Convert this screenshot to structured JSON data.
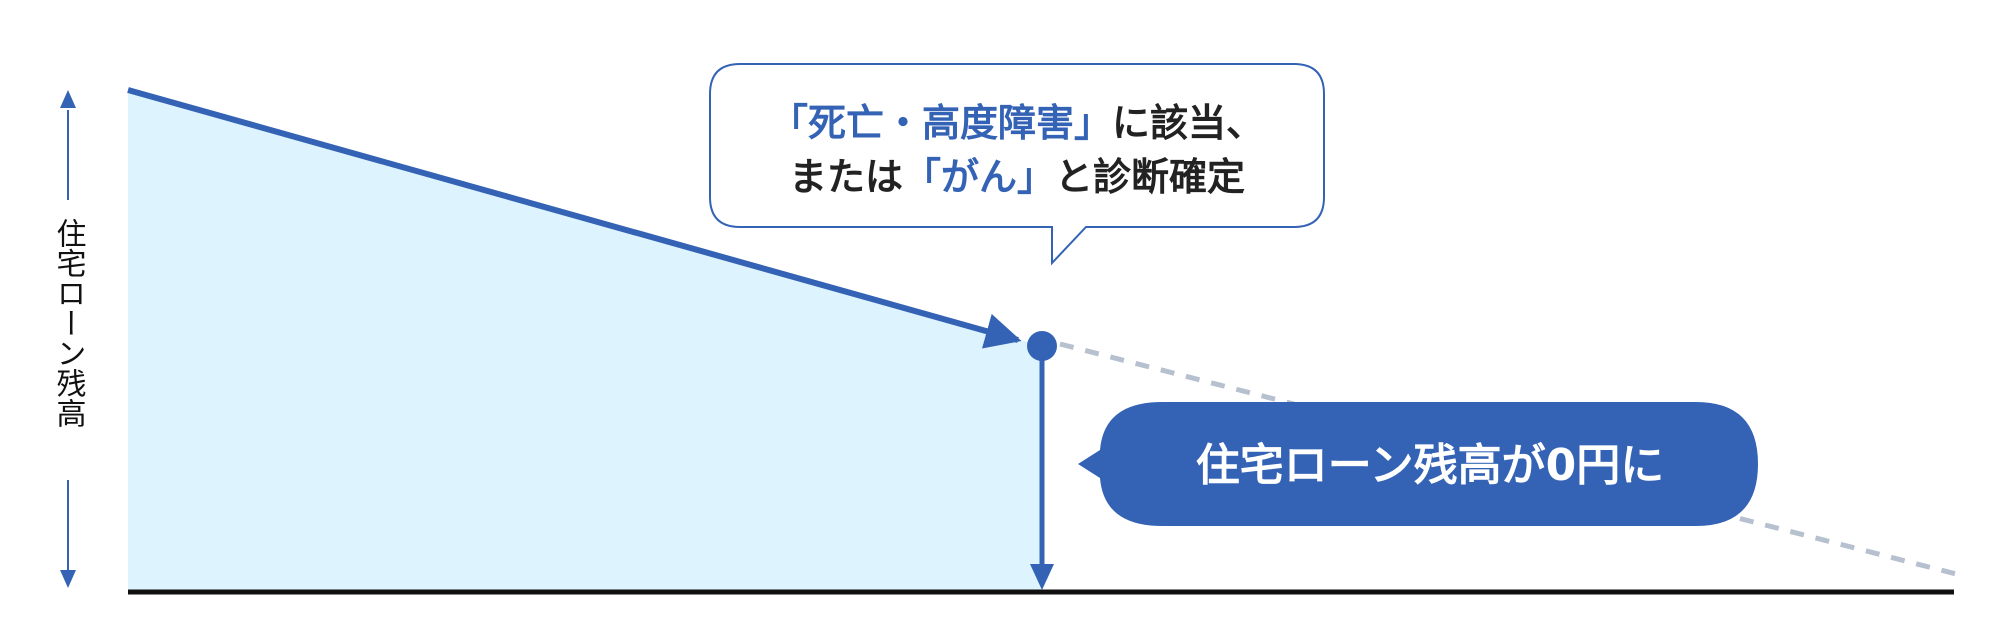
{
  "y_axis_label": "住宅ローン残高",
  "callout_event": {
    "line1": [
      {
        "text": "「死亡・高度障害」",
        "highlight": true
      },
      {
        "text": "に該当、",
        "highlight": false
      }
    ],
    "line2": [
      {
        "text": "または",
        "highlight": false
      },
      {
        "text": "「がん」",
        "highlight": true
      },
      {
        "text": "と診断確定",
        "highlight": false
      }
    ]
  },
  "callout_result": "住宅ローン残高が0円に",
  "colors": {
    "accent": "#3463b5",
    "area_fill": "#ddf3fd",
    "dashed": "#b6c0cf",
    "axis": "#111111"
  }
}
